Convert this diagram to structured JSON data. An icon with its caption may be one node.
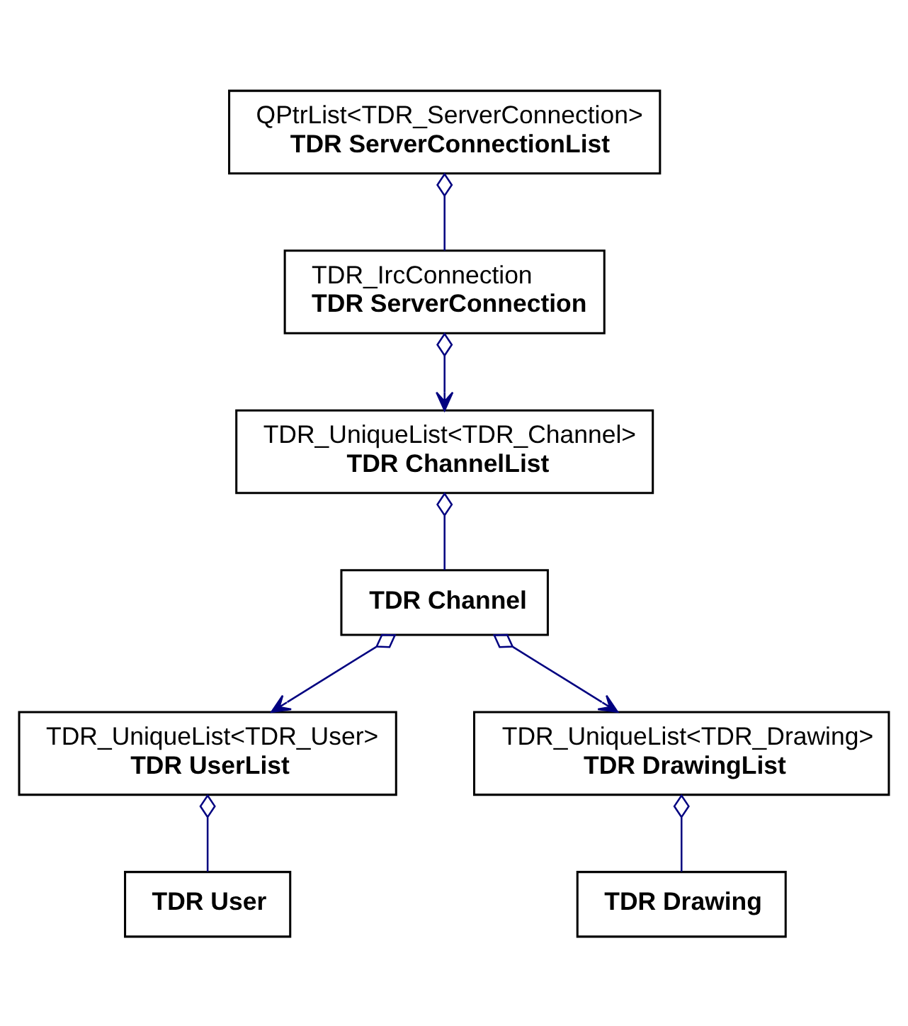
{
  "diagram": {
    "nodes": [
      {
        "text": [
          "QPtrList<TDR_ServerConnection>",
          "TDR ServerConnectionList"
        ]
      },
      {
        "text": [
          "TDR_IrcConnection",
          "TDR ServerConnection"
        ]
      },
      {
        "text": [
          "TDR_UniqueList<TDR_Channel>",
          "TDR ChannelList"
        ]
      },
      {
        "text": [
          "TDR Channel"
        ]
      },
      {
        "text": [
          "TDR_UniqueList<TDR_User>",
          "TDR UserList"
        ]
      },
      {
        "text": [
          "TDR_UniqueList<TDR_Drawing>",
          "TDR DrawingList"
        ]
      },
      {
        "text": [
          "TDR User"
        ]
      },
      {
        "text": [
          "TDR Drawing"
        ]
      }
    ],
    "edges": [
      {
        "from": 0,
        "to": 1,
        "arrow": "other"
      },
      {
        "from": 1,
        "to": 2,
        "arrow": "to"
      },
      {
        "from": 2,
        "to": 3,
        "arrow": "other"
      },
      {
        "from": 3,
        "to": 4,
        "arrow": "to"
      },
      {
        "from": 3,
        "to": 5,
        "arrow": "to"
      },
      {
        "from": 4,
        "to": 6,
        "arrow": "other"
      },
      {
        "from": 5,
        "to": 7,
        "arrow": "other"
      }
    ]
  }
}
